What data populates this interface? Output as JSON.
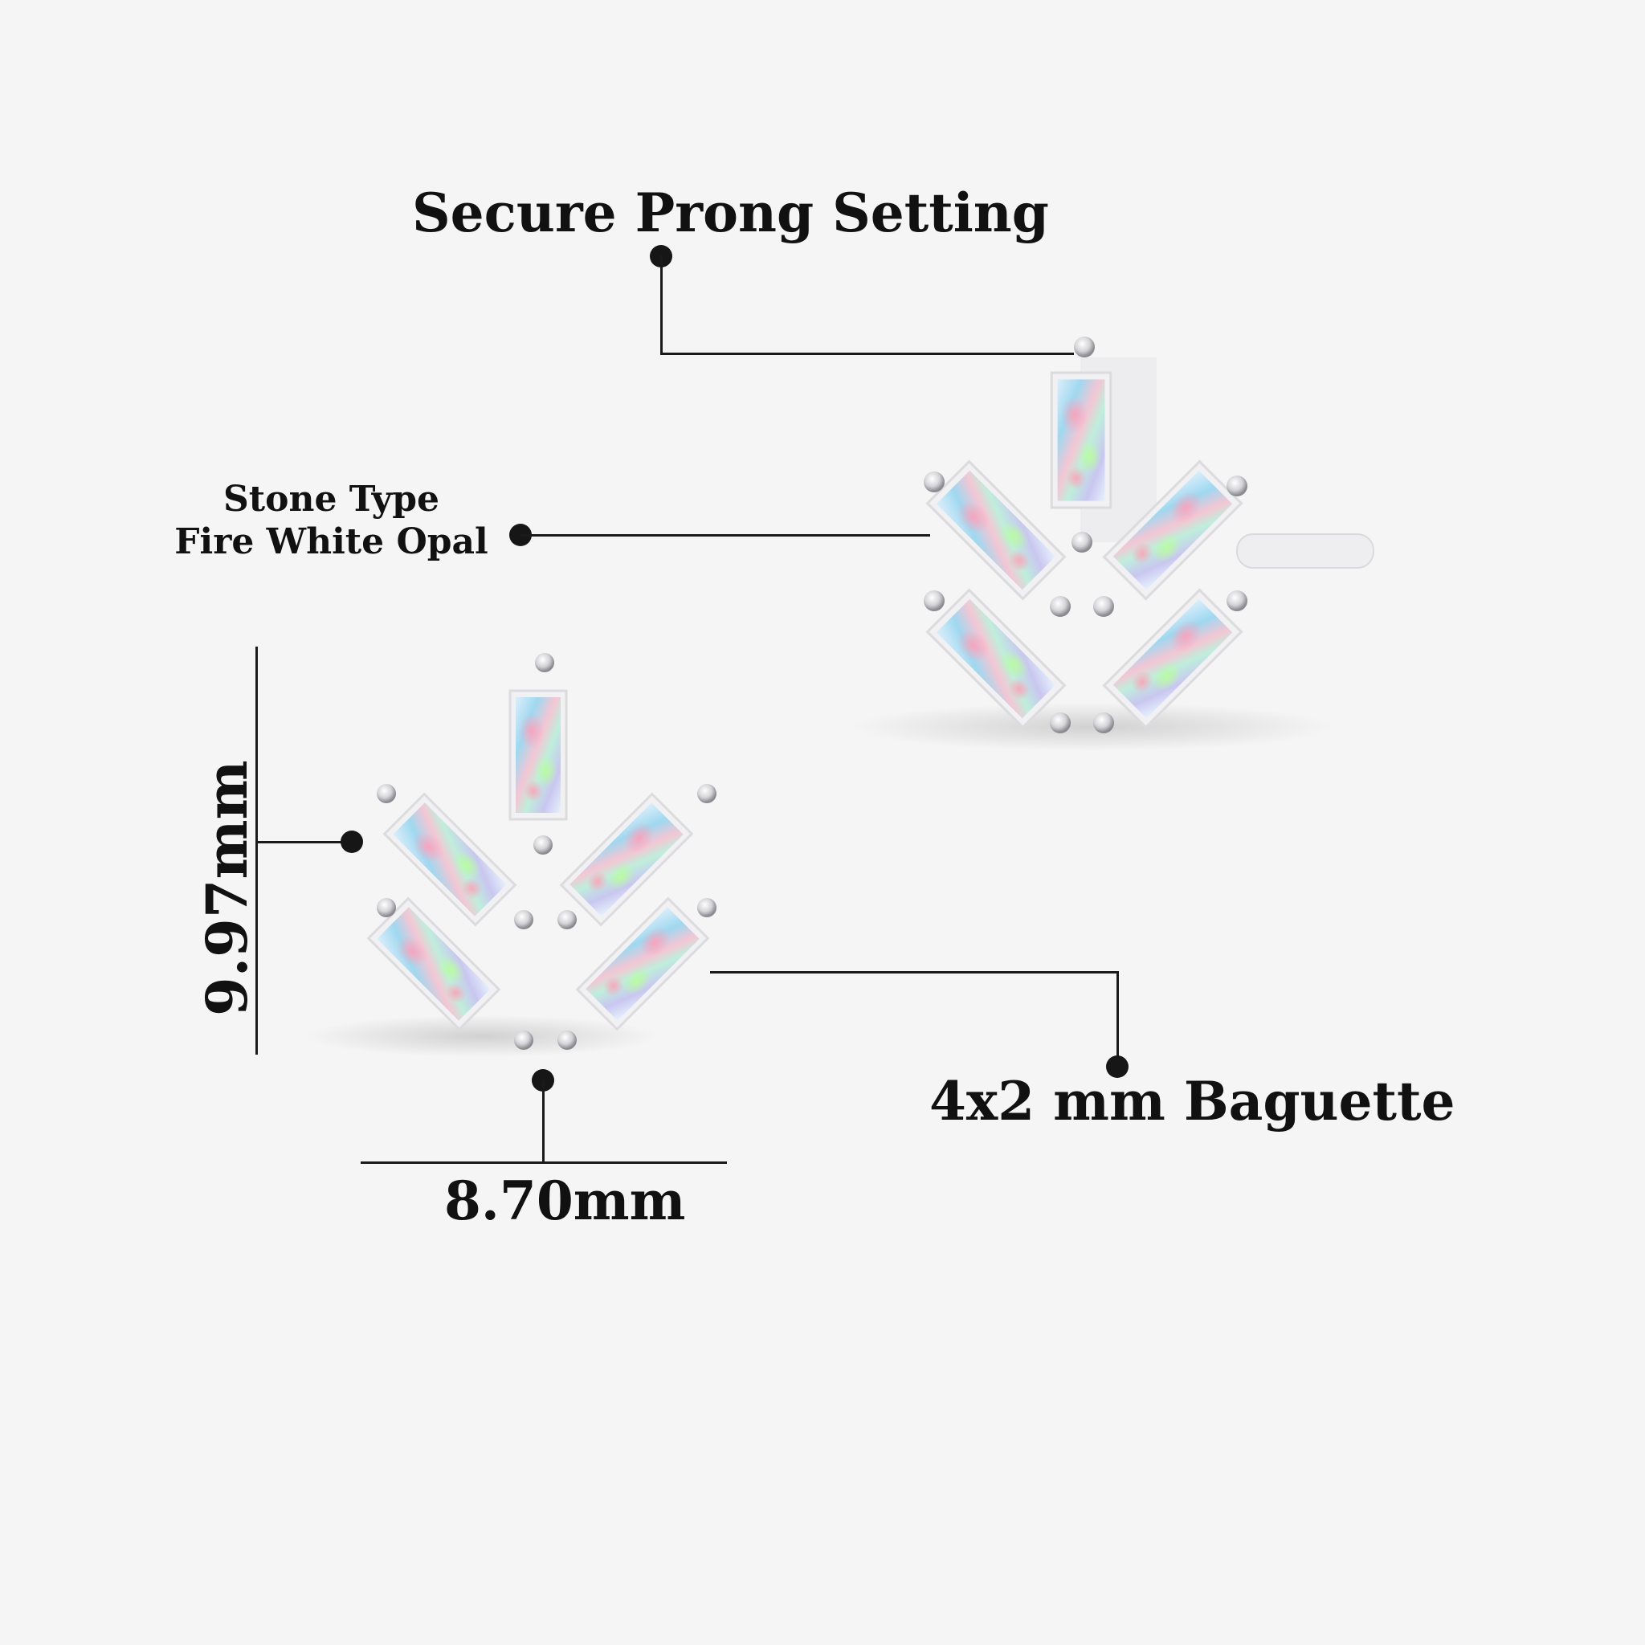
{
  "annotations": {
    "prong_setting": "Secure Prong Setting",
    "stone_type_label": "Stone Type",
    "stone_type_value": "Fire White Opal",
    "stone_size": "4x2 mm Baguette",
    "height": "9.97mm",
    "width": "8.70mm"
  },
  "product": {
    "description": "Opal baguette chevron stud earrings, white metal prong setting",
    "views": [
      "front view",
      "angled side view"
    ],
    "stone_count_per_earring": 5
  },
  "colors": {
    "background": "#f5f5f5",
    "line": "#1a1a1a",
    "metal": "#e8e8ea",
    "opal_base": "#cfe3f2"
  }
}
